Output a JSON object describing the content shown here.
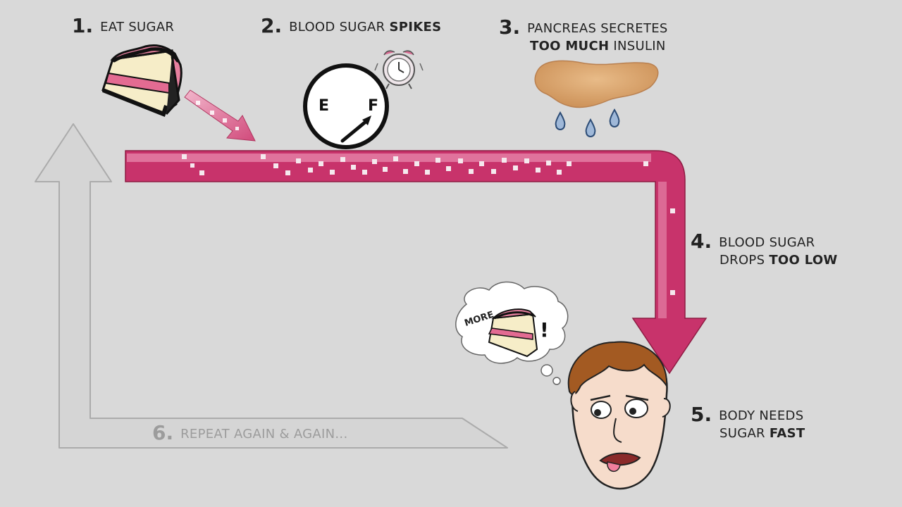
{
  "steps": {
    "s1": {
      "num": "1.",
      "line1": "EAT SUGAR"
    },
    "s2": {
      "num": "2.",
      "line1": "BLOOD SUGAR ",
      "line1_bold": "SPIKES"
    },
    "s3": {
      "num": "3.",
      "line1": "PANCREAS SECRETES",
      "line2_bold": "TOO MUCH",
      "line2": " INSULIN"
    },
    "s4": {
      "num": "4.",
      "line1": "BLOOD SUGAR",
      "line2": "DROPS ",
      "line2_bold": "TOO LOW"
    },
    "s5": {
      "num": "5.",
      "line1": "BODY NEEDS",
      "line2": "SUGAR ",
      "line2_bold": "FAST"
    },
    "s6": {
      "num": "6.",
      "line1": "REPEAT AGAIN & AGAIN..."
    }
  },
  "gauge": {
    "empty_label": "E",
    "full_label": "F"
  },
  "thought": {
    "label": "MORE",
    "exclaim": "!"
  },
  "colors": {
    "background": "#d9d9d9",
    "blood_pipe": "#c8336b",
    "return_arrow": "#d2d2d2",
    "pancreas": "#d9a36c",
    "insulin_drop": "#9fb8d8",
    "cake_frosting": "#e7809f"
  },
  "icons": [
    "cake-icon",
    "fuel-gauge-icon",
    "alarm-clock-icon",
    "pancreas-icon",
    "insulin-drop-icon",
    "worried-face-icon",
    "thought-bubble-icon"
  ]
}
